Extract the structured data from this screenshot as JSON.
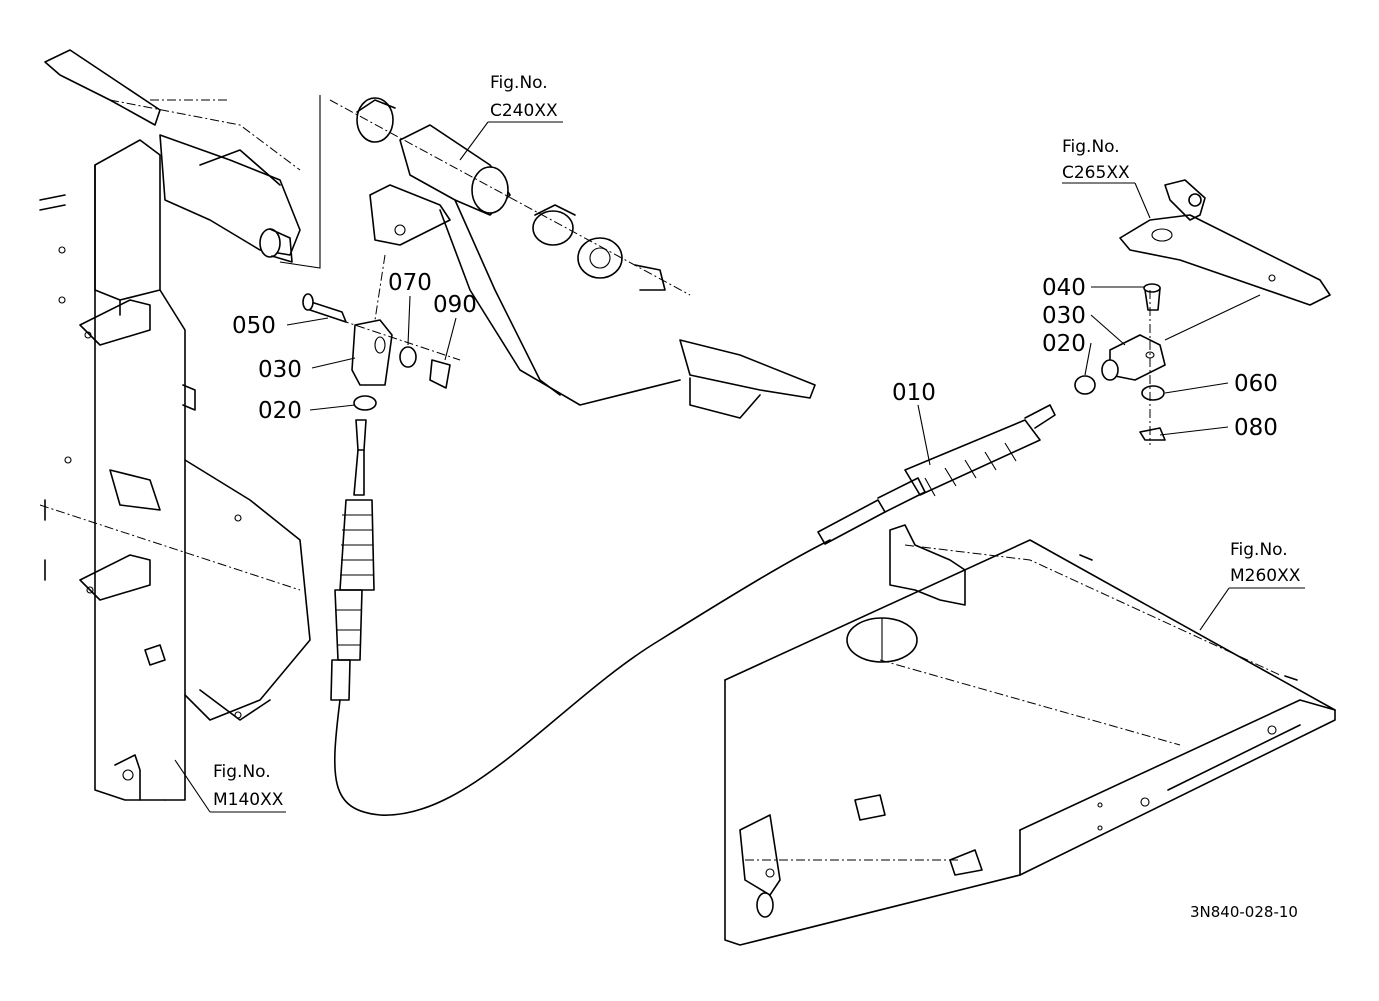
{
  "figure_refs": {
    "top_pedal": {
      "title": "Fig.No.",
      "code": "C240XX"
    },
    "top_right": {
      "title": "Fig.No.",
      "code": "C265XX"
    },
    "right_panel": {
      "title": "Fig.No.",
      "code": "M260XX"
    },
    "left_frame": {
      "title": "Fig.No.",
      "code": "M140XX"
    }
  },
  "parts_left": {
    "p050": "050",
    "p030": "030",
    "p020": "020",
    "p070": "070",
    "p090": "090"
  },
  "parts_right": {
    "p040": "040",
    "p030": "030",
    "p020": "020",
    "p060": "060",
    "p080": "080"
  },
  "cable_part": "010",
  "drawing_code": "3N840-028-10"
}
